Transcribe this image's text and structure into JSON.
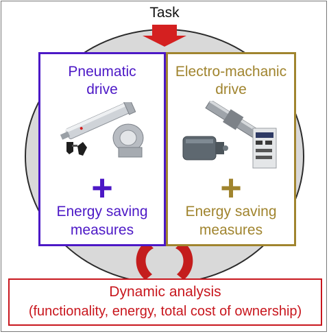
{
  "task_label": "Task",
  "left_panel": {
    "title_line1": "Pneumatic",
    "title_line2": "drive",
    "plus": "+",
    "measures_line1": "Energy saving",
    "measures_line2": "measures",
    "color": "#4c18c6"
  },
  "right_panel": {
    "title_line1": "Electro-machanic",
    "title_line2": "drive",
    "plus": "+",
    "measures_line1": "Energy saving",
    "measures_line2": "measures",
    "color": "#a0842e"
  },
  "analysis": {
    "line1": "Dynamic analysis",
    "line2": "(functionality, energy, total cost of ownership)",
    "color": "#c8161d"
  },
  "colors": {
    "circle_fill": "#d9d9d9",
    "circle_stroke": "#2b2b2b",
    "arrow": "#d42020"
  }
}
